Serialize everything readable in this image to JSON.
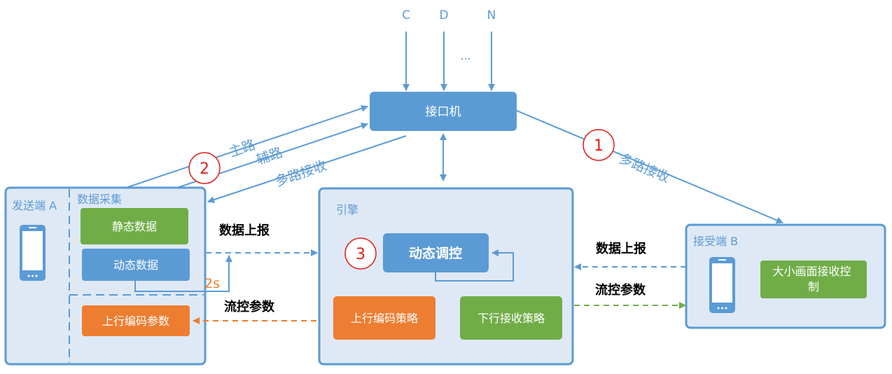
{
  "inputs": {
    "c": "C",
    "d": "D",
    "n": "N",
    "ellipsis": "..."
  },
  "interface_machine": {
    "label": "接口机"
  },
  "links": {
    "main_path": "主路",
    "aux_path": "辅路",
    "multi_receive_left": "多路接收",
    "multi_receive_right": "多路接收"
  },
  "markers": {
    "m1": "1",
    "m2": "2",
    "m3": "3"
  },
  "sender": {
    "title": "发送端 A",
    "data_collection": "数据采集",
    "static_data": "静态数据",
    "dynamic_data": "动态数据",
    "interval": "2s",
    "uplink_params": "上行编码参数"
  },
  "engine": {
    "title": "引擎",
    "dynamic_control": "动态调控",
    "uplink_strategy": "上行编码策略",
    "downlink_strategy": "下行接收策略"
  },
  "receiver": {
    "title": "接受端 B",
    "large_small_control": "大小画面接收控制"
  },
  "flows": {
    "report_left": "数据上报",
    "control_left": "流控参数",
    "report_right": "数据上报",
    "control_right": "流控参数"
  },
  "colors": {
    "blue": "#5b9bd5",
    "panel_fill": "#dfe9f5",
    "green": "#70ad47",
    "orange": "#ed7d31",
    "red": "#e0201d"
  }
}
